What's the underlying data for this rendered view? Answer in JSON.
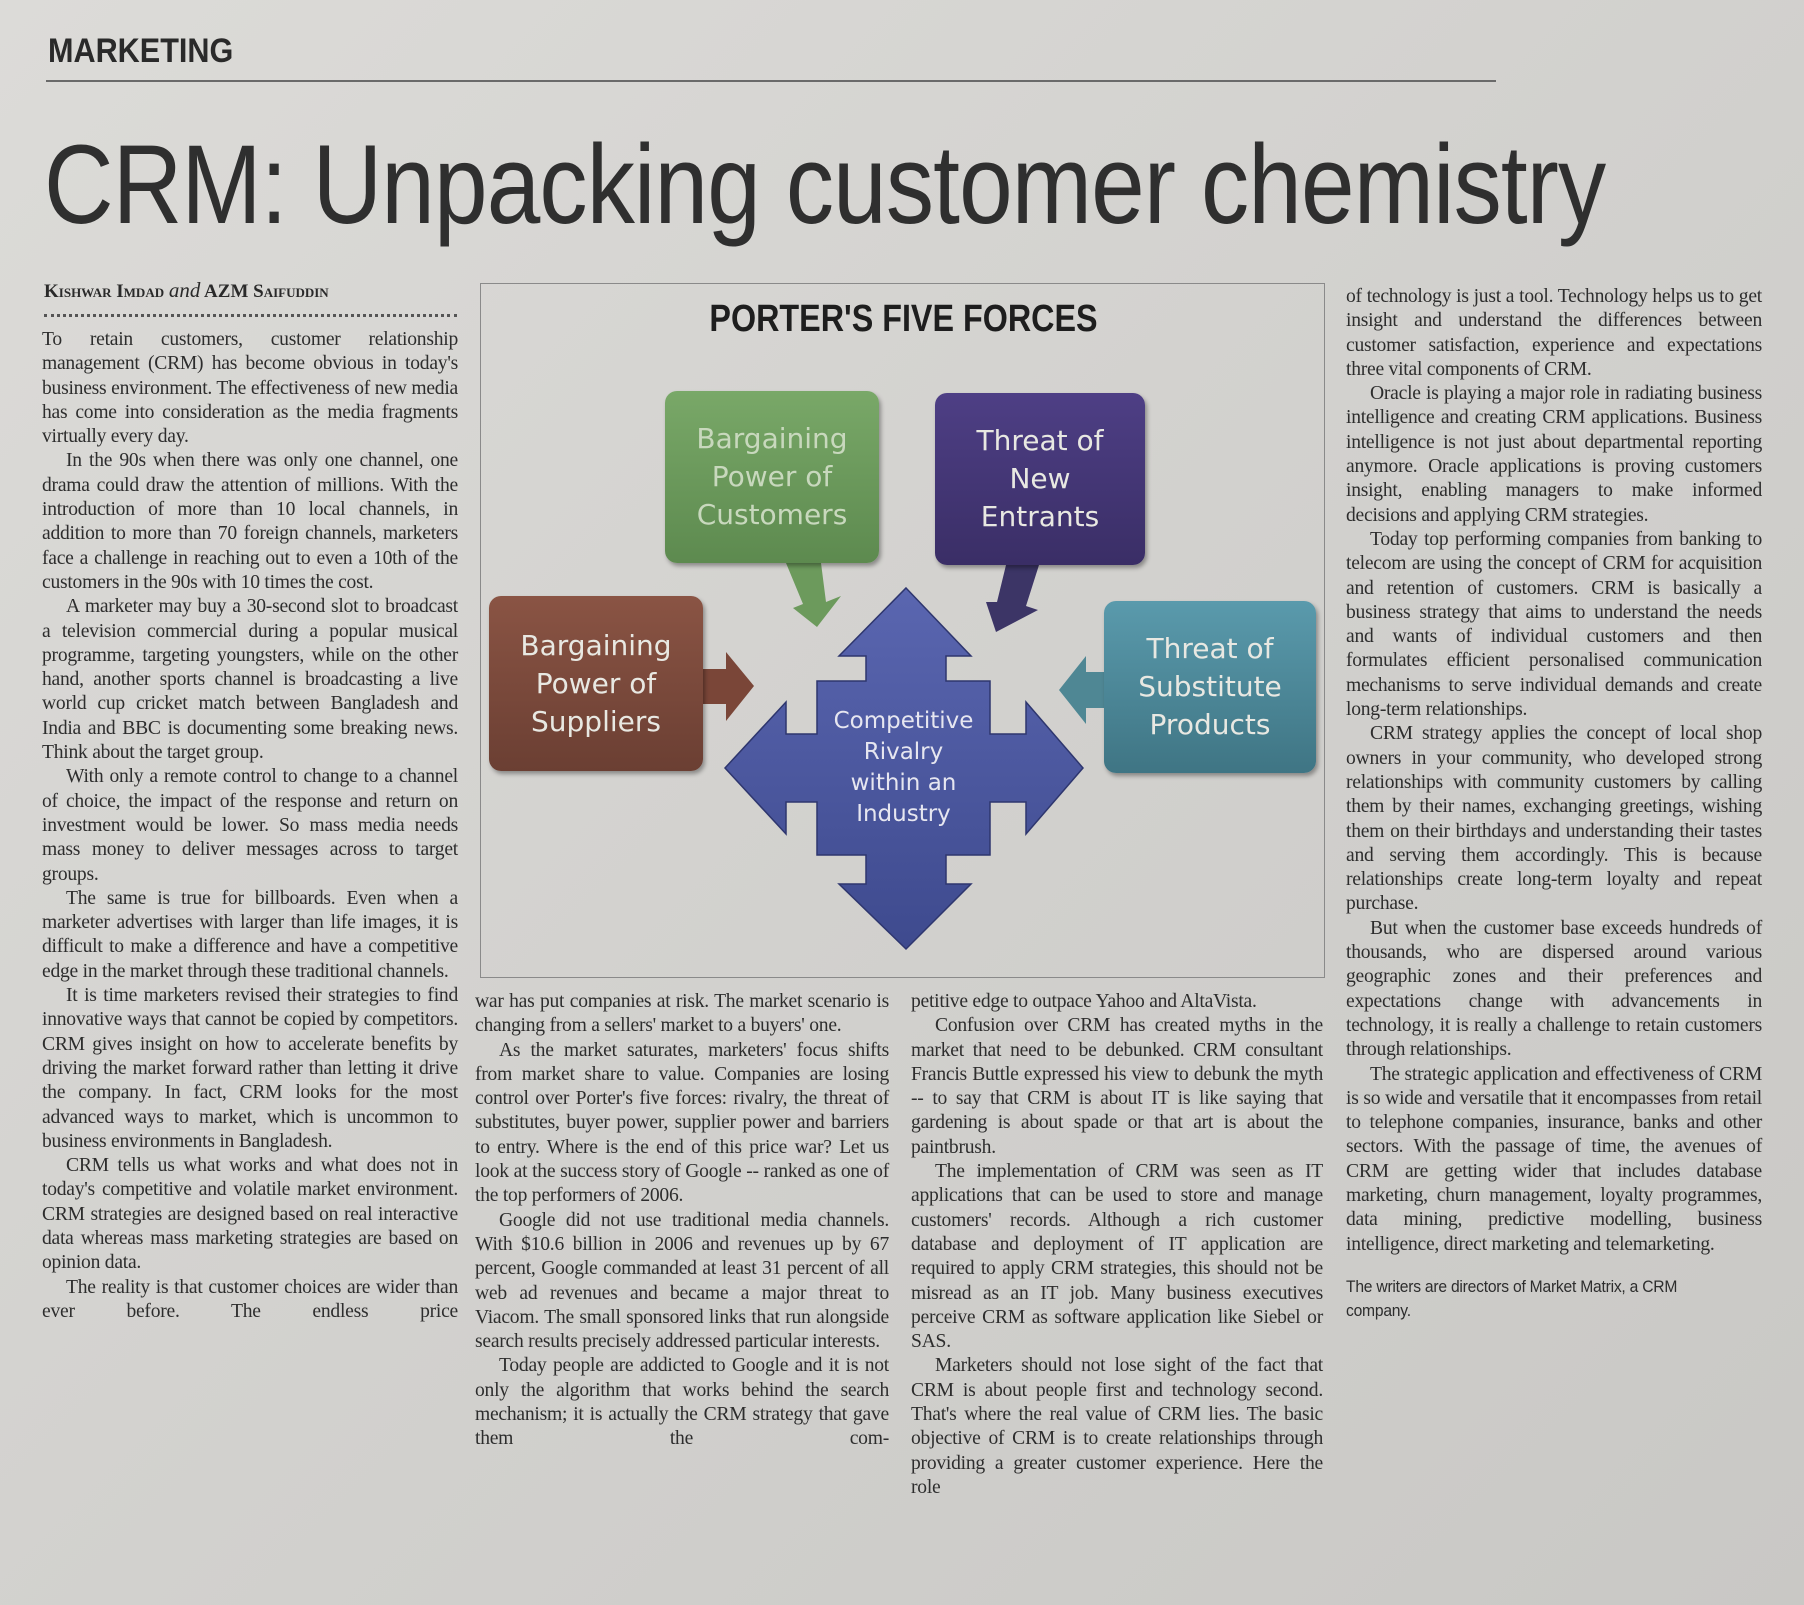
{
  "section": "MARKETING",
  "headline": "CRM: Unpacking customer chemistry",
  "byline": {
    "author1": "Kishwar Imdad",
    "conjunction": "and",
    "author2": "AZM Saifuddin"
  },
  "diagram": {
    "title": "PORTER'S FIVE FORCES",
    "forces": {
      "customers": "Bargaining\nPower of\nCustomers",
      "entrants": "Threat of\nNew\nEntrants",
      "suppliers": "Bargaining\nPower of\nSuppliers",
      "substitutes": "Threat of\nSubstitute\nProducts",
      "rivalry": "Competitive\nRivalry\nwithin an\nIndustry"
    },
    "colors": {
      "customers": "#6a9a5a",
      "entrants": "#44387a",
      "suppliers": "#7a4a3e",
      "substitutes": "#4f8a9a",
      "rivalry": "#4a56a0"
    }
  },
  "columns": {
    "c1": [
      "To retain customers, customer relationship management (CRM) has become obvious in today's business environment. The effectiveness of new media has come into consideration as the media fragments virtually every day.",
      "In the 90s when there was only one channel, one drama could draw the attention of millions. With the introduction of more than 10 local channels, in addition to more than 70 foreign channels, marketers face a challenge in reaching out to even a 10th of the customers in the 90s with 10 times the cost.",
      "A marketer may buy a 30-second slot to broadcast a television commercial during a popular musical programme, targeting youngsters, while on the other hand, another sports channel is broadcasting a live world cup cricket match between Bangladesh and India and BBC is documenting some breaking news. Think about the target group.",
      "With only a remote control to change to a channel of choice, the impact of the response and return on investment would be lower. So mass media needs mass money to deliver messages across to target groups.",
      "The same is true for billboards. Even when a marketer advertises with larger than life images, it is difficult to make a difference and have a competitive edge in the market through these traditional channels.",
      "It is time marketers revised their strategies to find innovative ways that cannot be copied by competitors. CRM gives insight on how to accelerate benefits by driving the market forward rather than letting it drive the company. In fact, CRM looks for the most advanced ways to market, which is uncommon to business environments in Bangladesh.",
      "CRM tells us what works and what does not in today's competitive and volatile market environment. CRM strategies are designed based on real interactive data whereas mass marketing strategies are based on opinion data.",
      "The reality is that customer choices are wider than ever before. The endless price"
    ],
    "c2": [
      "war has put companies at risk. The market scenario is changing from a sellers' market to a buyers' one.",
      "As the market saturates, marketers' focus shifts from market share to value. Companies are losing control over Porter's five forces: rivalry, the threat of substitutes, buyer power, supplier power and barriers to entry. Where is the end of this price war? Let us look at the success story of Google -- ranked as one of the top performers of 2006.",
      "Google did not use traditional media channels. With $10.6 billion in 2006 and revenues up by 67 percent, Google commanded at least 31 percent of all web ad revenues and became a major threat to Viacom. The small sponsored links that run alongside search results precisely addressed particular interests.",
      "Today people are addicted to Google and it is not only the algorithm that works behind the search mechanism; it is actually the CRM strategy that gave them the com-"
    ],
    "c3": [
      "petitive edge to outpace Yahoo and AltaVista.",
      "Confusion over CRM has created myths in the market that need to be debunked. CRM consultant Francis Buttle expressed his view to debunk the myth -- to say that CRM is about IT is like saying that gardening is about spade or that art is about the paintbrush.",
      "The implementation of CRM was seen as IT applications that can be used to store and manage customers' records. Although a rich customer database and deployment of IT application are required to apply CRM strategies, this should not be misread as an IT job. Many business executives perceive CRM as software application like Siebel or SAS.",
      "Marketers should not lose sight of the fact that CRM is about people first and technology second. That's where the real value of CRM lies. The basic objective of CRM is to create relationships through providing a greater customer experience. Here the role"
    ],
    "c4": [
      "of technology is just a tool. Technology helps us to get insight and understand the differences between customer satisfaction, experience and expectations  three vital components of CRM.",
      "Oracle is playing a major role in radiating business intelligence and creating CRM applications. Business intelligence is not just about departmental reporting anymore. Oracle applications is proving customers insight, enabling managers to make informed decisions and applying CRM strategies.",
      "Today top performing companies from banking to telecom are using the concept of CRM for acquisition and retention of customers. CRM is basically a business strategy that aims to understand the needs and wants of individual customers and then formulates efficient personalised communication mechanisms to serve individual demands and create long-term relationships.",
      "CRM strategy applies the concept of local shop owners in your community, who developed strong relationships with community customers by calling them by their names, exchanging greetings, wishing them on their birthdays and understanding their tastes and serving them accordingly. This is because relationships create long-term loyalty and repeat purchase.",
      "But when the customer base exceeds hundreds of thousands, who are dispersed around various geographic zones and their preferences and expectations change with advancements in technology, it is really a challenge to retain customers through relationships.",
      "The strategic application and effectiveness of CRM is so wide and versatile that it encompasses from retail to telephone companies, insurance, banks and other sectors. With the passage of time, the avenues of CRM are getting wider that includes database marketing, churn management, loyalty programmes, data mining, predictive modelling, business intelligence, direct marketing and telemarketing."
    ]
  },
  "footer": "The writers are directors of Market Matrix, a CRM company."
}
